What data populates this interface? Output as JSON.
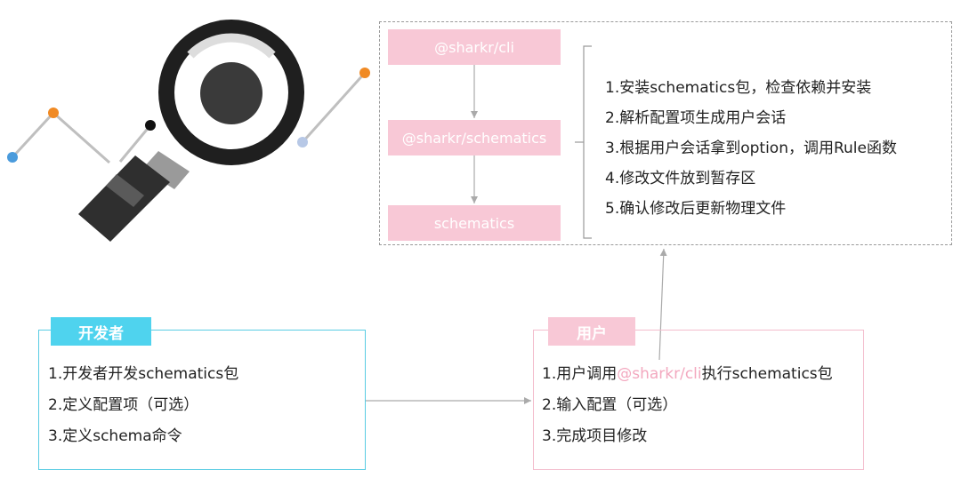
{
  "packages": {
    "cli": "@sharkr/cli",
    "schematics_core": "@sharkr/schematics",
    "schematics": "schematics"
  },
  "process_steps": [
    "1.安装schematics包，检查依赖并安装",
    "2.解析配置项生成用户会话",
    "3.根据用户会话拿到option，调用Rule函数",
    "4.修改文件放到暂存区",
    "5.确认修改后更新物理文件"
  ],
  "developer": {
    "label": "开发者",
    "items": [
      "1.开发者开发schematics包",
      "2.定义配置项（可选）",
      "3.定义schema命令"
    ]
  },
  "user": {
    "label": "用户",
    "item1_prefix": "1.用户调用",
    "item1_highlight": "@sharkr/cli",
    "item1_suffix": "执行schematics包",
    "items": [
      "2.输入配置（可选）",
      "3.完成项目修改"
    ]
  },
  "colors": {
    "developer_accent": "#4fd3ee",
    "user_accent": "#f8c8d6",
    "package_box": "#f8c8d6"
  },
  "icons": [
    "magnifier-icon"
  ]
}
